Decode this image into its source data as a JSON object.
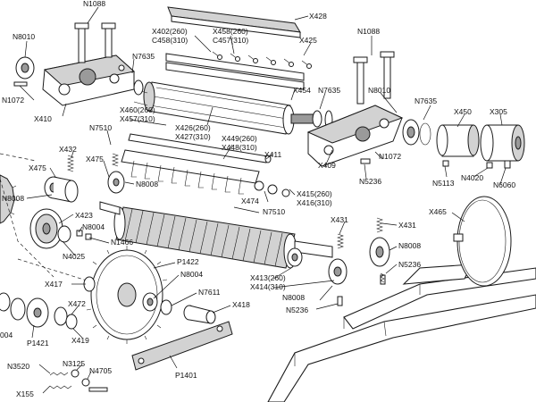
{
  "labels": {
    "n1088_left": "N1088",
    "x428": "X428",
    "x402_260": "X402(260)",
    "c458_310": "C458(310)",
    "x458_260": "X458(260)",
    "c457_310": "C457(310)",
    "x425": "X425",
    "n1088_right": "N1088",
    "n8010_left": "N8010",
    "n7635_a": "N7635",
    "n1072_left": "N1072",
    "x410": "X410",
    "x454": "X454",
    "n7635_b": "N7635",
    "n8010_right": "N8010",
    "n7635_c": "N7635",
    "x450": "X450",
    "x305": "X305",
    "x460_260": "X460(260)",
    "x457_310": "X457(310)",
    "x426_260": "X426(260)",
    "x427_310": "X427(310)",
    "n7510_top": "N7510",
    "x449_260": "X449(260)",
    "x448_310": "X448(310)",
    "x432": "X432",
    "x409": "X409",
    "n1072_right": "N1072",
    "x411": "X411",
    "x475_a": "X475",
    "x475_b": "X475",
    "n8008_a": "N8008",
    "n5236_a": "N5236",
    "n5113": "N5113",
    "n4020": "N4020",
    "n6060": "N6060",
    "x474": "X474",
    "n8008_b": "N8008",
    "x415_260": "X415(260)",
    "x416_310": "X416(310)",
    "n7510_mid": "N7510",
    "x423": "X423",
    "x431_a": "X431",
    "x431_b": "X431",
    "x465": "X465",
    "n8004_a": "N8004",
    "n1466": "N1466",
    "n8008_c": "N8008",
    "n4025": "N4025",
    "p1422": "P1422",
    "n5236_b": "N5236",
    "n8004_b": "N8004",
    "x413_260": "X413(260)",
    "x414_310": "X414(310)",
    "x417": "X417",
    "n7611": "N7611",
    "x472": "X472",
    "x418": "X418",
    "n8008_d": "N8008",
    "n5236_c": "N5236",
    "x004": "004",
    "p1421": "P1421",
    "x419": "X419",
    "n3520": "N3520",
    "n3125": "N3125",
    "n4705": "N4705",
    "p1401": "P1401",
    "x155": "X155"
  }
}
